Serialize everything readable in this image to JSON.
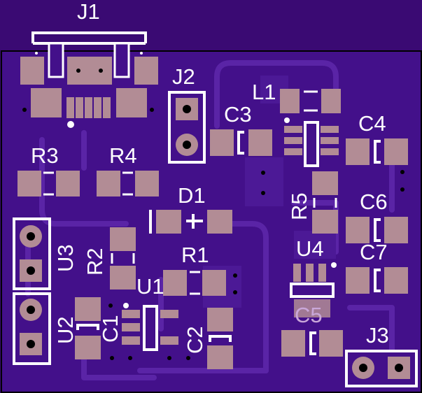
{
  "board": {
    "colors": {
      "outside": "#3a0a73",
      "board": "#43108a",
      "trace": "#5a24a6",
      "pad": "#b28c95",
      "silk": "#ffffff",
      "via_hole": "#000000"
    }
  },
  "designators": {
    "J1": "J1",
    "J2": "J2",
    "J3": "J3",
    "L1": "L1",
    "C3": "C3",
    "C4": "C4",
    "R3": "R3",
    "R4": "R4",
    "D1": "D1",
    "R5": "R5",
    "C6": "C6",
    "U3": "U3",
    "R2": "R2",
    "R1": "R1",
    "U4": "U4",
    "C7": "C7",
    "U1": "U1",
    "U2": "U2",
    "C1": "C1",
    "C2": "C2",
    "C5": "C5"
  }
}
